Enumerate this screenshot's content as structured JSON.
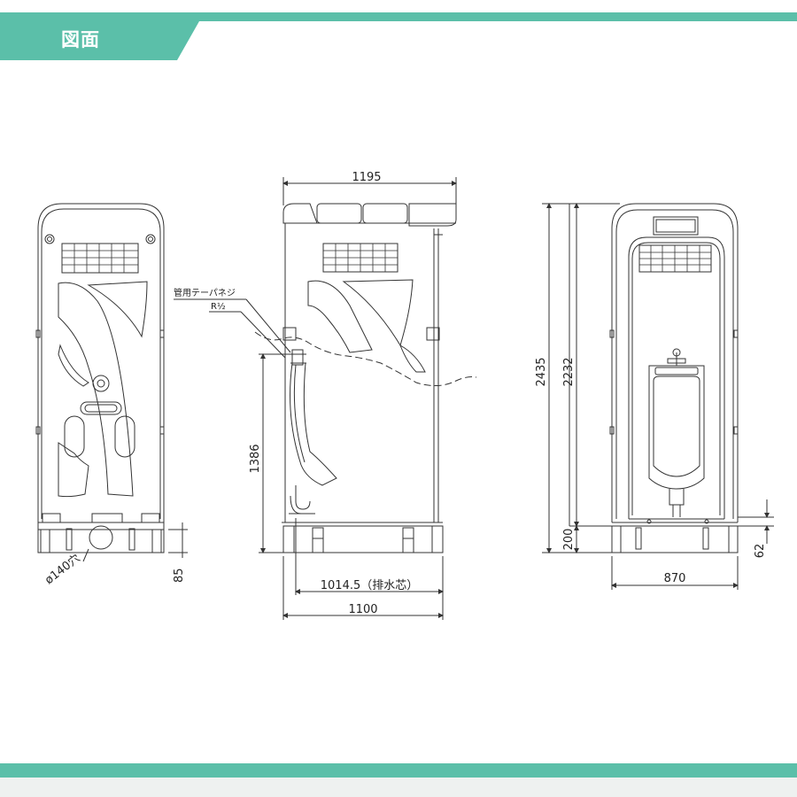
{
  "header": {
    "title": "図面",
    "band_color": "#5bbfa9"
  },
  "footer": {
    "band_color": "#5bbfa9"
  },
  "dimensions": {
    "top_width": "1195",
    "overall_height": "2435",
    "inner_height": "2232",
    "urinal_height": "1386",
    "base_height": "200",
    "side_base_offset": "85",
    "drain_offset": "62",
    "drain_center": "1014.5（排水芯）",
    "side_width": "1100",
    "front_width": "870",
    "hole_diameter": "ø140穴"
  },
  "annotations": {
    "pipe_thread": "管用テーパネジ",
    "pipe_thread_size": "R½"
  }
}
